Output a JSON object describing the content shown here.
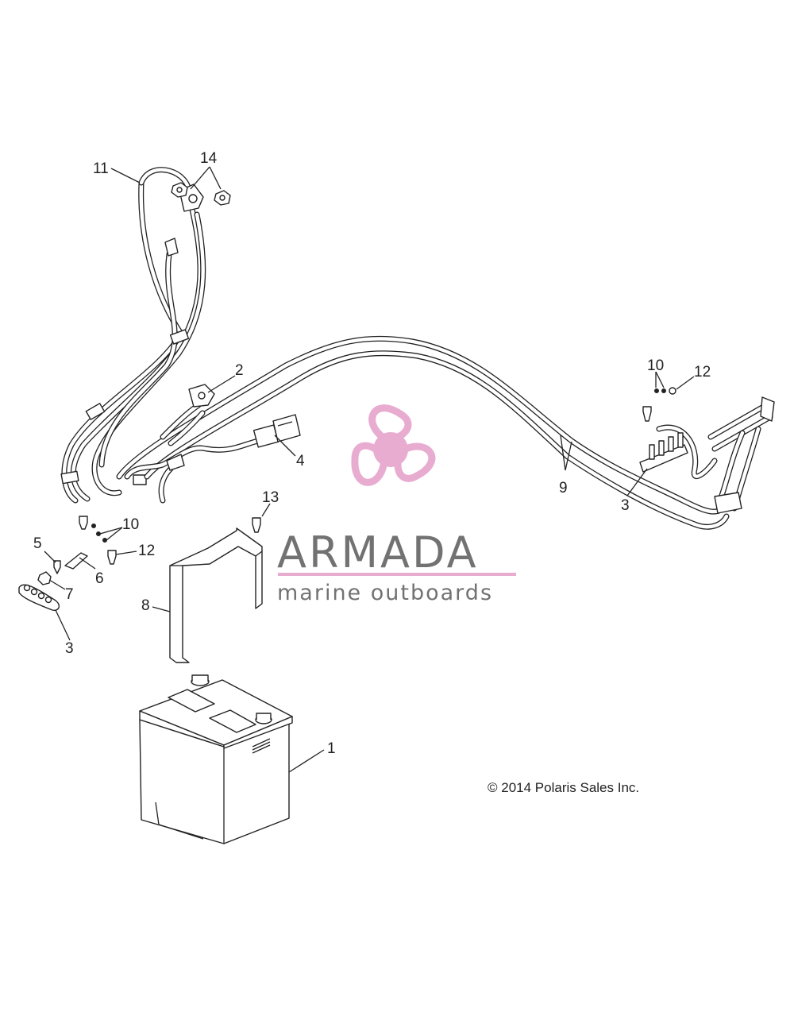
{
  "diagram": {
    "callouts": [
      {
        "id": "c1",
        "text": "1"
      },
      {
        "id": "c2",
        "text": "2"
      },
      {
        "id": "c3a",
        "text": "3"
      },
      {
        "id": "c3b",
        "text": "3"
      },
      {
        "id": "c4",
        "text": "4"
      },
      {
        "id": "c5",
        "text": "5"
      },
      {
        "id": "c6",
        "text": "6"
      },
      {
        "id": "c7",
        "text": "7"
      },
      {
        "id": "c8",
        "text": "8"
      },
      {
        "id": "c9",
        "text": "9"
      },
      {
        "id": "c10a",
        "text": "10"
      },
      {
        "id": "c10b",
        "text": "10"
      },
      {
        "id": "c11",
        "text": "11"
      },
      {
        "id": "c12a",
        "text": "12"
      },
      {
        "id": "c12b",
        "text": "12"
      },
      {
        "id": "c13",
        "text": "13"
      },
      {
        "id": "c14",
        "text": "14"
      }
    ],
    "copyright": "© 2014 Polaris Sales Inc."
  },
  "watermark": {
    "brand": "ARMADA",
    "tagline": "marine outboards",
    "brand_color": "#e7a8cf",
    "text_color": "#6b6b6b",
    "icon": "propeller-logo-icon"
  }
}
